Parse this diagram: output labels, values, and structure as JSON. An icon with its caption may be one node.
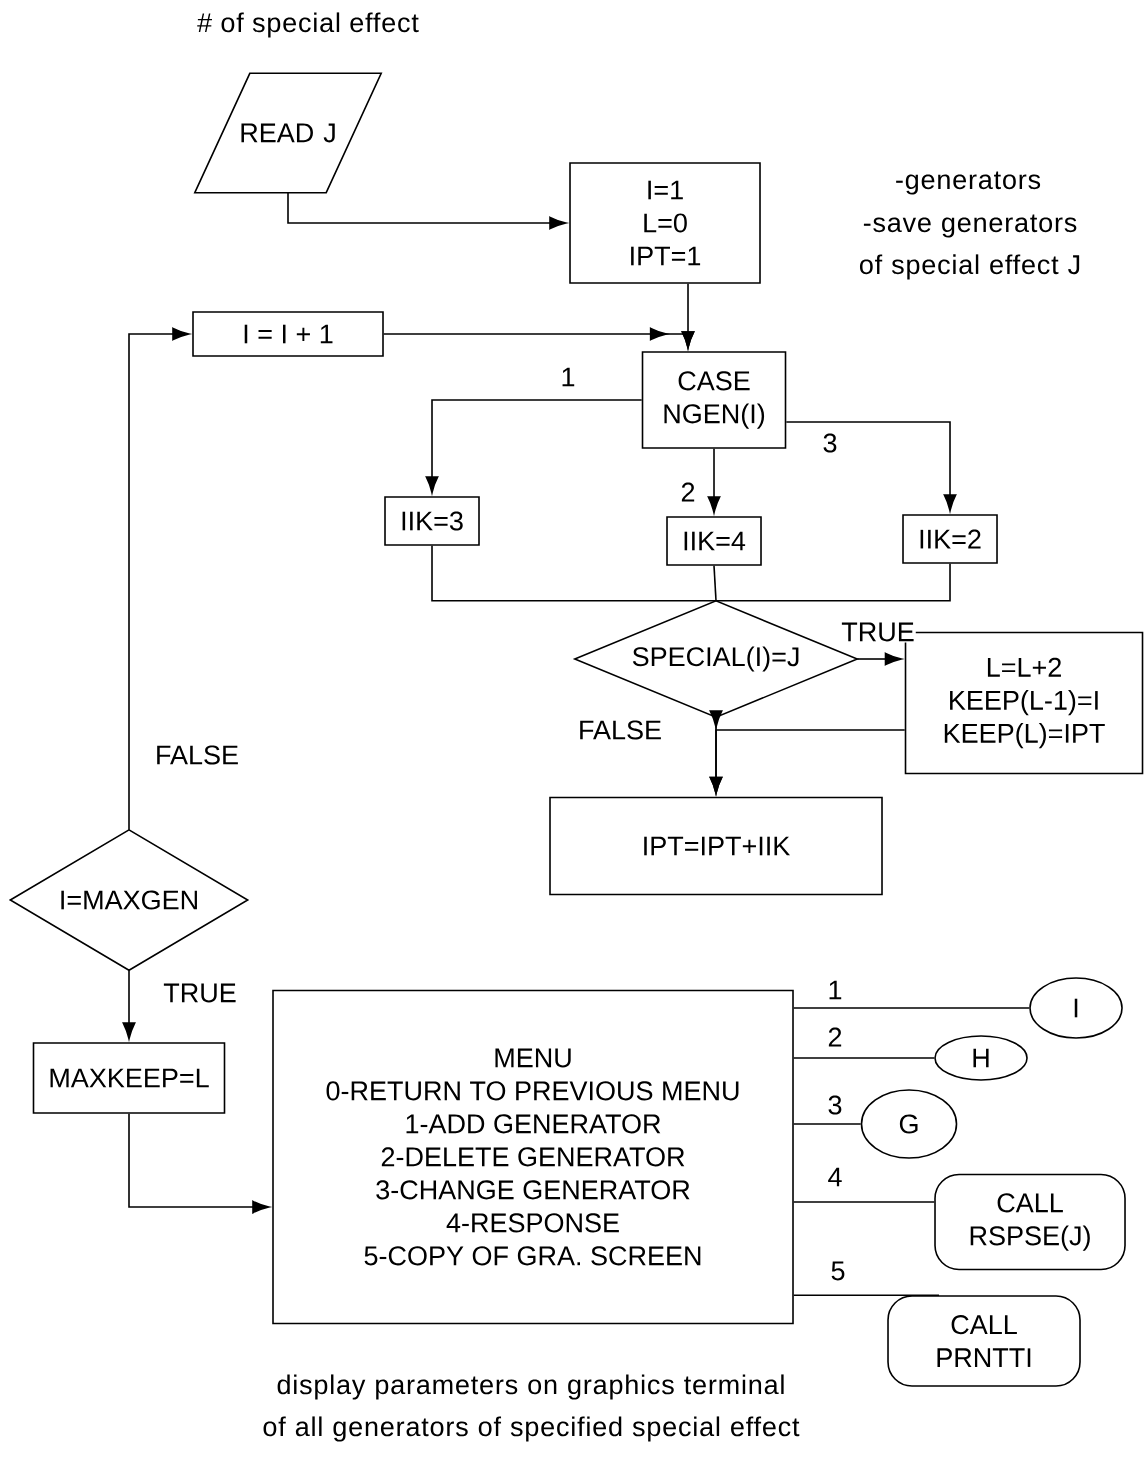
{
  "diagram": {
    "nodes": [
      {
        "text": [
          "READ J"
        ]
      },
      {
        "text": [
          "I=1",
          "L=0",
          "IPT=1"
        ]
      },
      {
        "text": [
          "I = I + 1"
        ]
      },
      {
        "text": [
          "CASE NGEN(I)"
        ]
      },
      {
        "text": [
          "IIK=3"
        ]
      },
      {
        "text": [
          "IIK=4"
        ]
      },
      {
        "text": [
          "IIK=2"
        ]
      },
      {
        "text": [
          "SPECIAL(I)=J"
        ]
      },
      {
        "text": [
          "L=L+2",
          "KEEP(L-1)=I",
          "KEEP(L)=IPT"
        ]
      },
      {
        "text": [
          "IPT=IPT+IIK"
        ]
      },
      {
        "text": [
          "I=MAXGEN"
        ]
      },
      {
        "text": [
          "MAXKEEP=L"
        ]
      },
      {
        "text": [
          "MENU",
          "0-RETURN TO PREVIOUS MENU",
          "1-ADD GENERATOR",
          "2-DELETE GENERATOR",
          "3-CHANGE GENERATOR",
          "4-RESPONSE",
          "5-COPY OF GRA. SCREEN"
        ]
      },
      {
        "text": [
          "I"
        ]
      },
      {
        "text": [
          "H"
        ]
      },
      {
        "text": [
          "G"
        ]
      },
      {
        "text": [
          "CALL RSPSE(J)"
        ]
      },
      {
        "text": [
          "CALL PRNTTI"
        ]
      }
    ],
    "edges": [
      {
        "from": 0,
        "to": 1,
        "arrow": "to"
      },
      {
        "from": 1,
        "to": 3,
        "arrow": "to"
      },
      {
        "from": 2,
        "to": 3,
        "arrow": "to"
      },
      {
        "from": 3,
        "to": 4,
        "arrow": "to",
        "label": "1"
      },
      {
        "from": 3,
        "to": 5,
        "arrow": "to",
        "label": "2"
      },
      {
        "from": 3,
        "to": 6,
        "arrow": "to",
        "label": "3"
      },
      {
        "from": 4,
        "to": 7,
        "arrow": "none"
      },
      {
        "from": 5,
        "to": 7,
        "arrow": "none"
      },
      {
        "from": 6,
        "to": 7,
        "arrow": "none"
      },
      {
        "from": 7,
        "to": 8,
        "arrow": "to",
        "label": "TRUE"
      },
      {
        "from": 7,
        "to": 9,
        "arrow": "to",
        "label": "FALSE"
      },
      {
        "from": 8,
        "to": 9,
        "arrow": "to"
      },
      {
        "from": 10,
        "to": 2,
        "arrow": "to",
        "label": "FALSE"
      },
      {
        "from": 10,
        "to": 11,
        "arrow": "to",
        "label": "TRUE"
      },
      {
        "from": 11,
        "to": 12,
        "arrow": "to"
      },
      {
        "from": 12,
        "to": 13,
        "arrow": "none",
        "label": "1"
      },
      {
        "from": 12,
        "to": 14,
        "arrow": "none",
        "label": "2"
      },
      {
        "from": 12,
        "to": 15,
        "arrow": "none",
        "label": "3"
      },
      {
        "from": 12,
        "to": 16,
        "arrow": "none",
        "label": "4"
      },
      {
        "from": 12,
        "to": 17,
        "arrow": "none",
        "label": "5"
      }
    ],
    "labels": [
      "# of special effect",
      "-generators",
      "-save generators of special effect J",
      "display parameters on graphics terminal of all generators of specified special effect"
    ]
  }
}
